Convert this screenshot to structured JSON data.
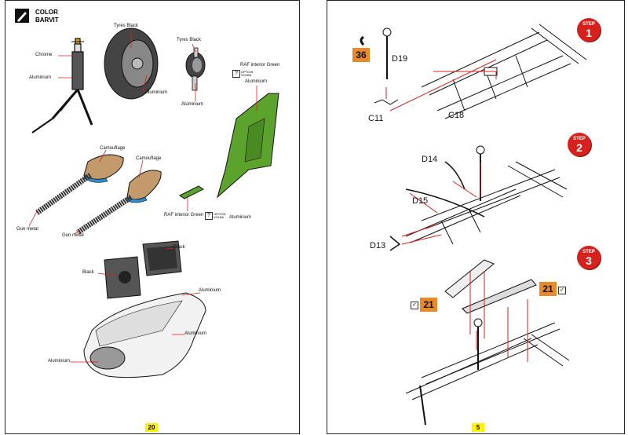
{
  "left_page": {
    "header": {
      "line1": "COLOR",
      "line2": "BARVIT"
    },
    "labels": {
      "chrome": "Chrome",
      "aluminium": "Aluminium",
      "tyres_black": "Tyres Black",
      "raf_interior_green": "RAF interior Green",
      "option_volba": "OPTION VOLBA",
      "camouflage": "Camouflage",
      "gun_metal": "Gun metal",
      "black": "Black",
      "option_mark": "?"
    },
    "page_number": "20"
  },
  "right_page": {
    "steps": [
      {
        "word": "STEP",
        "number": "1"
      },
      {
        "word": "STEP",
        "number": "2"
      },
      {
        "word": "STEP",
        "number": "3"
      }
    ],
    "parts": {
      "d19": "D19",
      "c11": "C11",
      "c18": "C18",
      "d14": "D14",
      "d15": "D15",
      "d13": "D13"
    },
    "callouts": {
      "a": "36",
      "b": "21",
      "c": "21"
    },
    "check_mark": "✓",
    "page_number": "5"
  },
  "colors": {
    "step_red": "#d7211c",
    "callout_orange": "#e8892a",
    "page_number_yellow": "#fff200",
    "leader_red": "#d7211c",
    "interior_green": "#5ca32e",
    "camouflage_tan": "#c39a6b",
    "camouflage_blue": "#2d8fd1"
  }
}
